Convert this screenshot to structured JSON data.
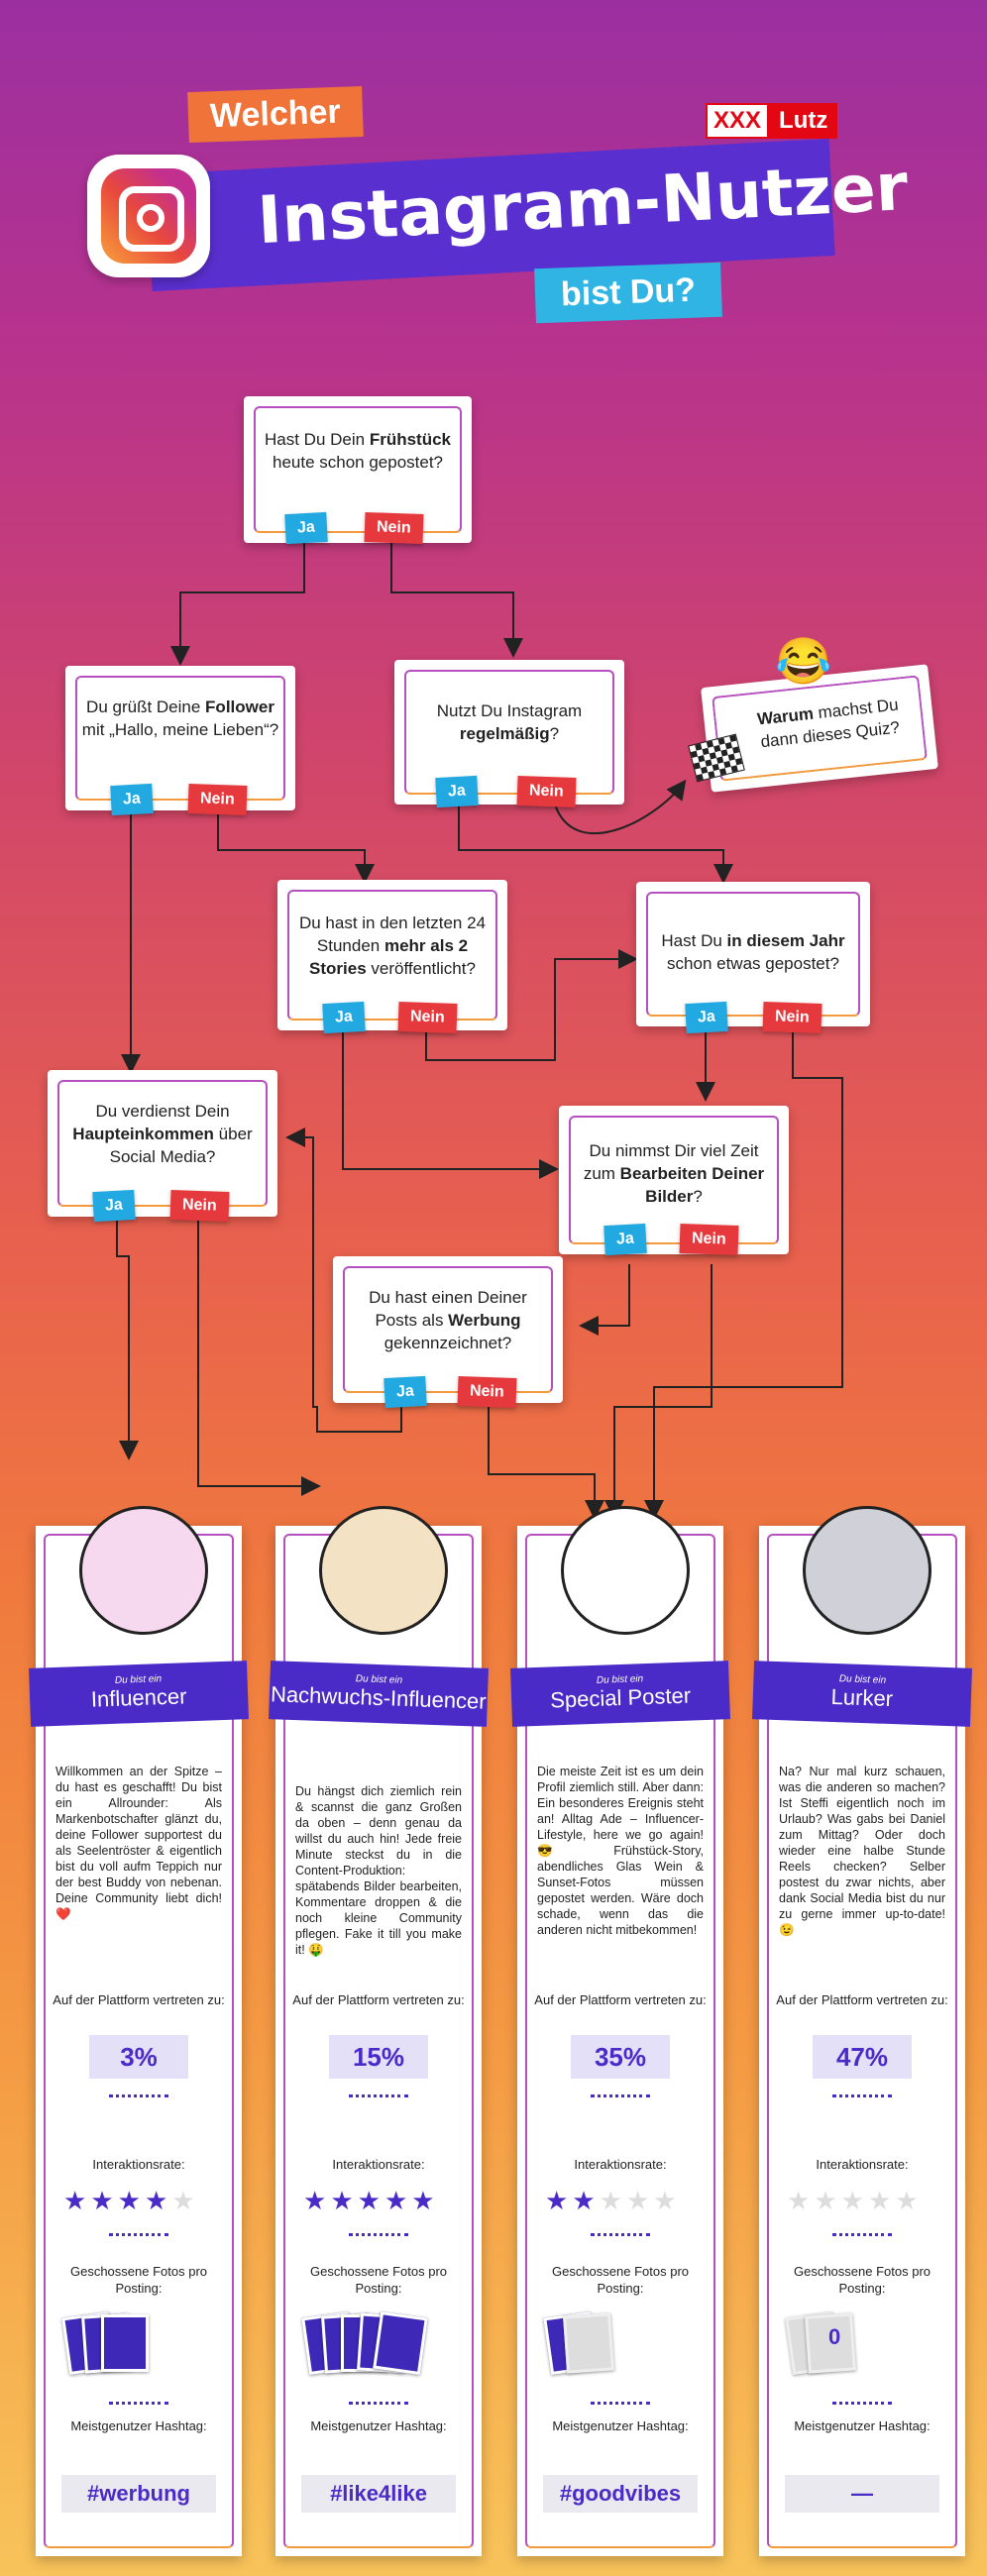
{
  "header": {
    "welcher": "Welcher",
    "title": "Instagram-Nutzer",
    "bist": "bist Du?",
    "brand_a": "XXX",
    "brand_b": "Lutz"
  },
  "questions": {
    "q1": {
      "pre": "Hast Du Dein ",
      "bold": "Frühstück",
      "post": " heute schon gepostet?",
      "ja": "Ja",
      "nein": "Nein"
    },
    "q2": {
      "pre": "Du grüßt Deine ",
      "bold": "Follower",
      "post": " mit „Hallo, meine Lieben“?",
      "ja": "Ja",
      "nein": "Nein"
    },
    "q3": {
      "pre": "Nutzt Du Instagram ",
      "bold": "regelmäßig",
      "post": "?",
      "ja": "Ja",
      "nein": "Nein"
    },
    "q4": {
      "bold": "Warum",
      "post": " machst Du dann dieses Quiz?"
    },
    "q5": {
      "pre": "Du hast in den letzten 24 Stunden ",
      "bold": "mehr als 2 Stories",
      "post": " veröffentlicht?",
      "ja": "Ja",
      "nein": "Nein"
    },
    "q6": {
      "pre": "Hast Du ",
      "bold": "in diesem Jahr",
      "post": " schon etwas gepostet?",
      "ja": "Ja",
      "nein": "Nein"
    },
    "q7": {
      "pre": "Du verdienst Dein ",
      "bold": "Haupteinkommen",
      "post": " über Social Media?",
      "ja": "Ja",
      "nein": "Nein"
    },
    "q8": {
      "pre": "Du nimmst Dir viel Zeit zum ",
      "bold": "Bearbeiten Deiner Bilder",
      "post": "?",
      "ja": "Ja",
      "nein": "Nein"
    },
    "q9": {
      "pre": "Du hast einen Deiner Posts als ",
      "bold": "Werbung",
      "post": " gekennzeichnet?",
      "ja": "Ja",
      "nein": "Nein"
    }
  },
  "labels": {
    "du_bist_ein": "Du bist ein",
    "plattform": "Auf der Plattform vertreten zu:",
    "interaktion": "Interaktionsrate:",
    "fotos": "Geschossene Fotos pro Posting:",
    "hashtag": "Meistgenutzer Hashtag:"
  },
  "results": [
    {
      "name": "Influencer",
      "desc": "Willkommen an der Spitze – du hast es geschafft! Du bist ein Allrounder: Als Markenbotschafter glänzt du, deine Follower suppor­test du als Seelentröster & eigentlich bist du voll aufm Teppich nur der best Buddy von nebenan. Deine Com­munity liebt dich! ❤️",
      "pct": "3%",
      "stars": 4,
      "photos": 3,
      "photos_label": "",
      "hashtag": "#werbung"
    },
    {
      "name": "Nachwuchs-Influencer",
      "desc": "Du hängst dich ziemlich rein & scannst die ganz Großen da oben – denn genau da willst du auch hin! Jede freie Minute steckst du in die Content-Produktion: spätabends Bilder bearbei­ten, Kommentare droppen & die noch kleine Commu­nity pflegen. Fake it till you make it! 🤑",
      "pct": "15%",
      "stars": 5,
      "photos": 5,
      "photos_label": "",
      "hashtag": "#like4like"
    },
    {
      "name": "Special Poster",
      "desc": "Die meiste Zeit ist es um dein Profil ziemlich still. Aber dann: Ein besonderes Ereignis steht an! Alltag Ade – Influencer-Lifestyle, here we go again! 😎 Früh­stück-Story, abendliches Glas Wein & Sunset-Fotos müssen gepostet werden. Wäre doch schade, wenn das die anderen nicht mit­bekommen!",
      "pct": "35%",
      "stars": 2,
      "photos": 1,
      "photos_label": "",
      "hashtag": "#goodvibes"
    },
    {
      "name": "Lurker",
      "desc": "Na? Nur mal kurz schauen, was die anderen so machen? Ist Steffi eigent­lich noch im Urlaub? Was gabs bei Daniel zum Mittag? Oder doch wieder eine halbe Stunde Reels checken? Selber postest du zwar nichts, aber dank Social Media bist du nur zu gerne immer up-to-date! 😉",
      "pct": "47%",
      "stars": 0,
      "photos": 0,
      "photos_label": "0",
      "hashtag": "—"
    }
  ],
  "colors": {
    "purple": "#4a2bc8",
    "ja": "#23a9e1",
    "nein": "#e6393d"
  }
}
